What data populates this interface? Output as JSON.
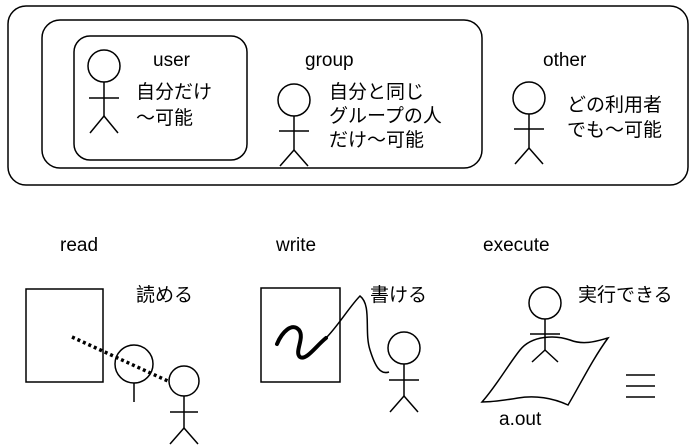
{
  "permission_scopes": {
    "user": {
      "label": "user",
      "description": [
        "自分だけ",
        "〜可能"
      ]
    },
    "group": {
      "label": "group",
      "description": [
        "自分と同じ",
        "グループの人",
        "だけ〜可能"
      ]
    },
    "other": {
      "label": "other",
      "description": [
        "どの利用者",
        "でも〜可能"
      ]
    }
  },
  "permission_types": {
    "read": {
      "label": "read",
      "description": "読める"
    },
    "write": {
      "label": "write",
      "description": "書ける"
    },
    "execute": {
      "label": "execute",
      "description": "実行できる",
      "file_label": "a.out"
    }
  },
  "icons": {
    "person": "stick-figure-icon",
    "document": "document-icon",
    "magnifier": "magnifier-icon",
    "pen_scribble": "scribble-icon",
    "program_sheet": "program-sheet-icon",
    "lines": "triple-bar-icon"
  },
  "colors": {
    "ink": "#000000",
    "background": "#ffffff"
  }
}
